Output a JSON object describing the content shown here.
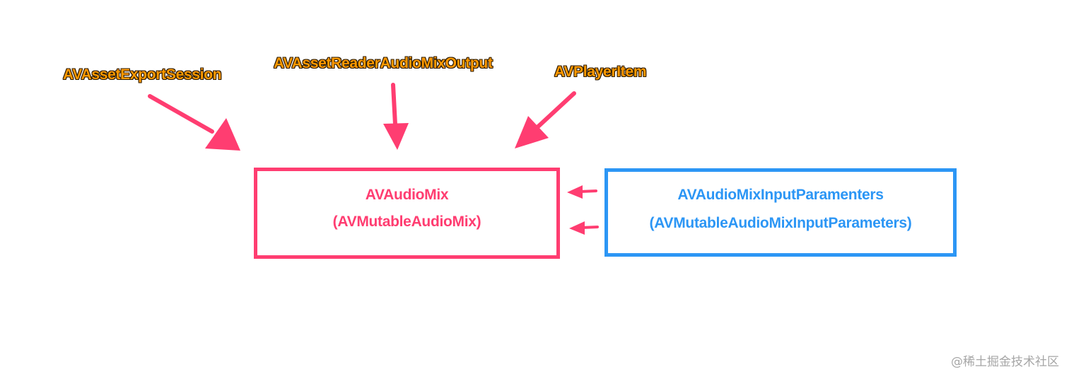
{
  "sources": {
    "export_session": "AVAssetExportSession",
    "asset_reader": "AVAssetReaderAudioMixOutput",
    "player_item": "AVPlayerItem"
  },
  "audio_mix_box": {
    "line1": "AVAudioMix",
    "line2": "(AVMutableAudioMix)"
  },
  "input_params_box": {
    "line1": "AVAudioMixInputParamenters",
    "line2": "(AVMutableAudioMixInputParameters)"
  },
  "watermark": {
    "at_symbol": "@",
    "text": "稀土掘金技术社区"
  },
  "colors": {
    "source_label": "#ff9a00",
    "audio_mix": "#ff3d71",
    "input_params": "#2c96f5",
    "arrows": "#ff3d71",
    "watermark": "#a6a6a6"
  }
}
